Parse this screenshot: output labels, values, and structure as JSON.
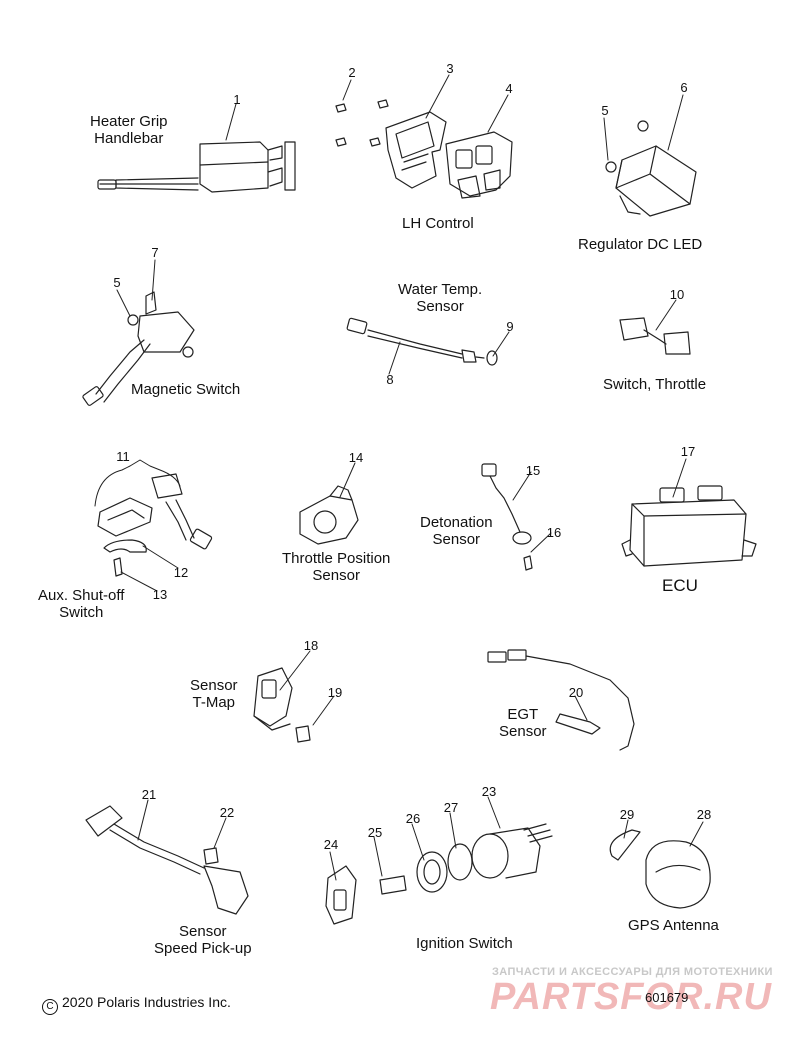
{
  "labels": {
    "heater_grip": "Heater Grip\nHandlebar",
    "lh_control": "LH Control",
    "regulator": "Regulator DC LED",
    "water_temp": "Water Temp.\nSensor",
    "magnetic_switch": "Magnetic Switch",
    "switch_throttle": "Switch, Throttle",
    "aux_shutoff": "Aux. Shut-off\nSwitch",
    "throttle_position": "Throttle Position\nSensor",
    "detonation": "Detonation\nSensor",
    "ecu": "ECU",
    "sensor_tmap": "Sensor\nT-Map",
    "egt": "EGT\nSensor",
    "speed_pickup": "Sensor\nSpeed Pick-up",
    "ignition_switch": "Ignition Switch",
    "gps_antenna": "GPS Antenna"
  },
  "part_numbers": [
    "1",
    "2",
    "3",
    "4",
    "5",
    "6",
    "5",
    "7",
    "8",
    "9",
    "10",
    "11",
    "12",
    "13",
    "14",
    "15",
    "16",
    "17",
    "18",
    "19",
    "20",
    "21",
    "22",
    "23",
    "24",
    "25",
    "26",
    "27",
    "28",
    "29"
  ],
  "copyright": "2020 Polaris Industries Inc.",
  "copyright_symbol": "C",
  "diagram_number": "601679",
  "watermark": {
    "tagline": "ЗАПЧАСТИ И АКСЕССУАРЫ ДЛЯ МОТОТЕХНИКИ",
    "logo": "PARTSFOR.RU"
  }
}
